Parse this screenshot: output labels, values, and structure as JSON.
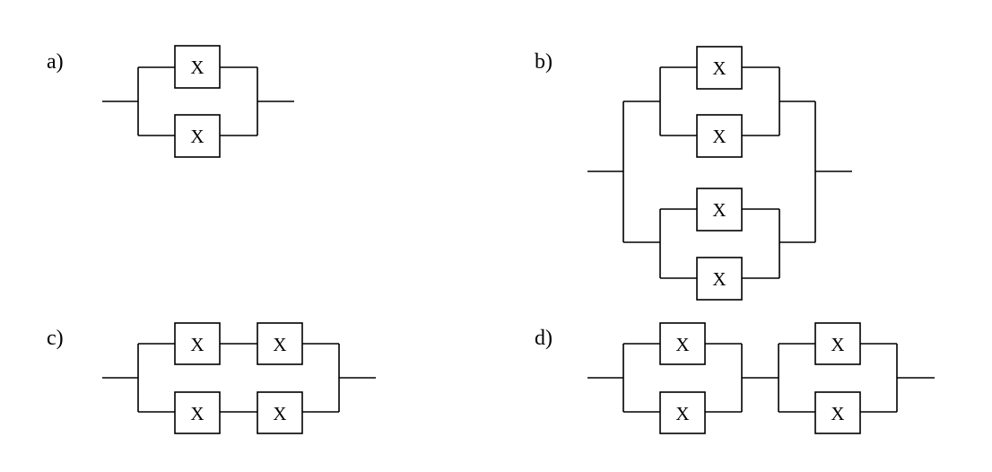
{
  "diagrams": [
    {
      "label": "a)",
      "box_text": [
        "X",
        "X"
      ]
    },
    {
      "label": "b)",
      "box_text": [
        "X",
        "X",
        "X",
        "X"
      ]
    },
    {
      "label": "c)",
      "box_text": [
        "X",
        "X",
        "X",
        "X"
      ]
    },
    {
      "label": "d)",
      "box_text": [
        "X",
        "X",
        "X",
        "X"
      ]
    }
  ]
}
